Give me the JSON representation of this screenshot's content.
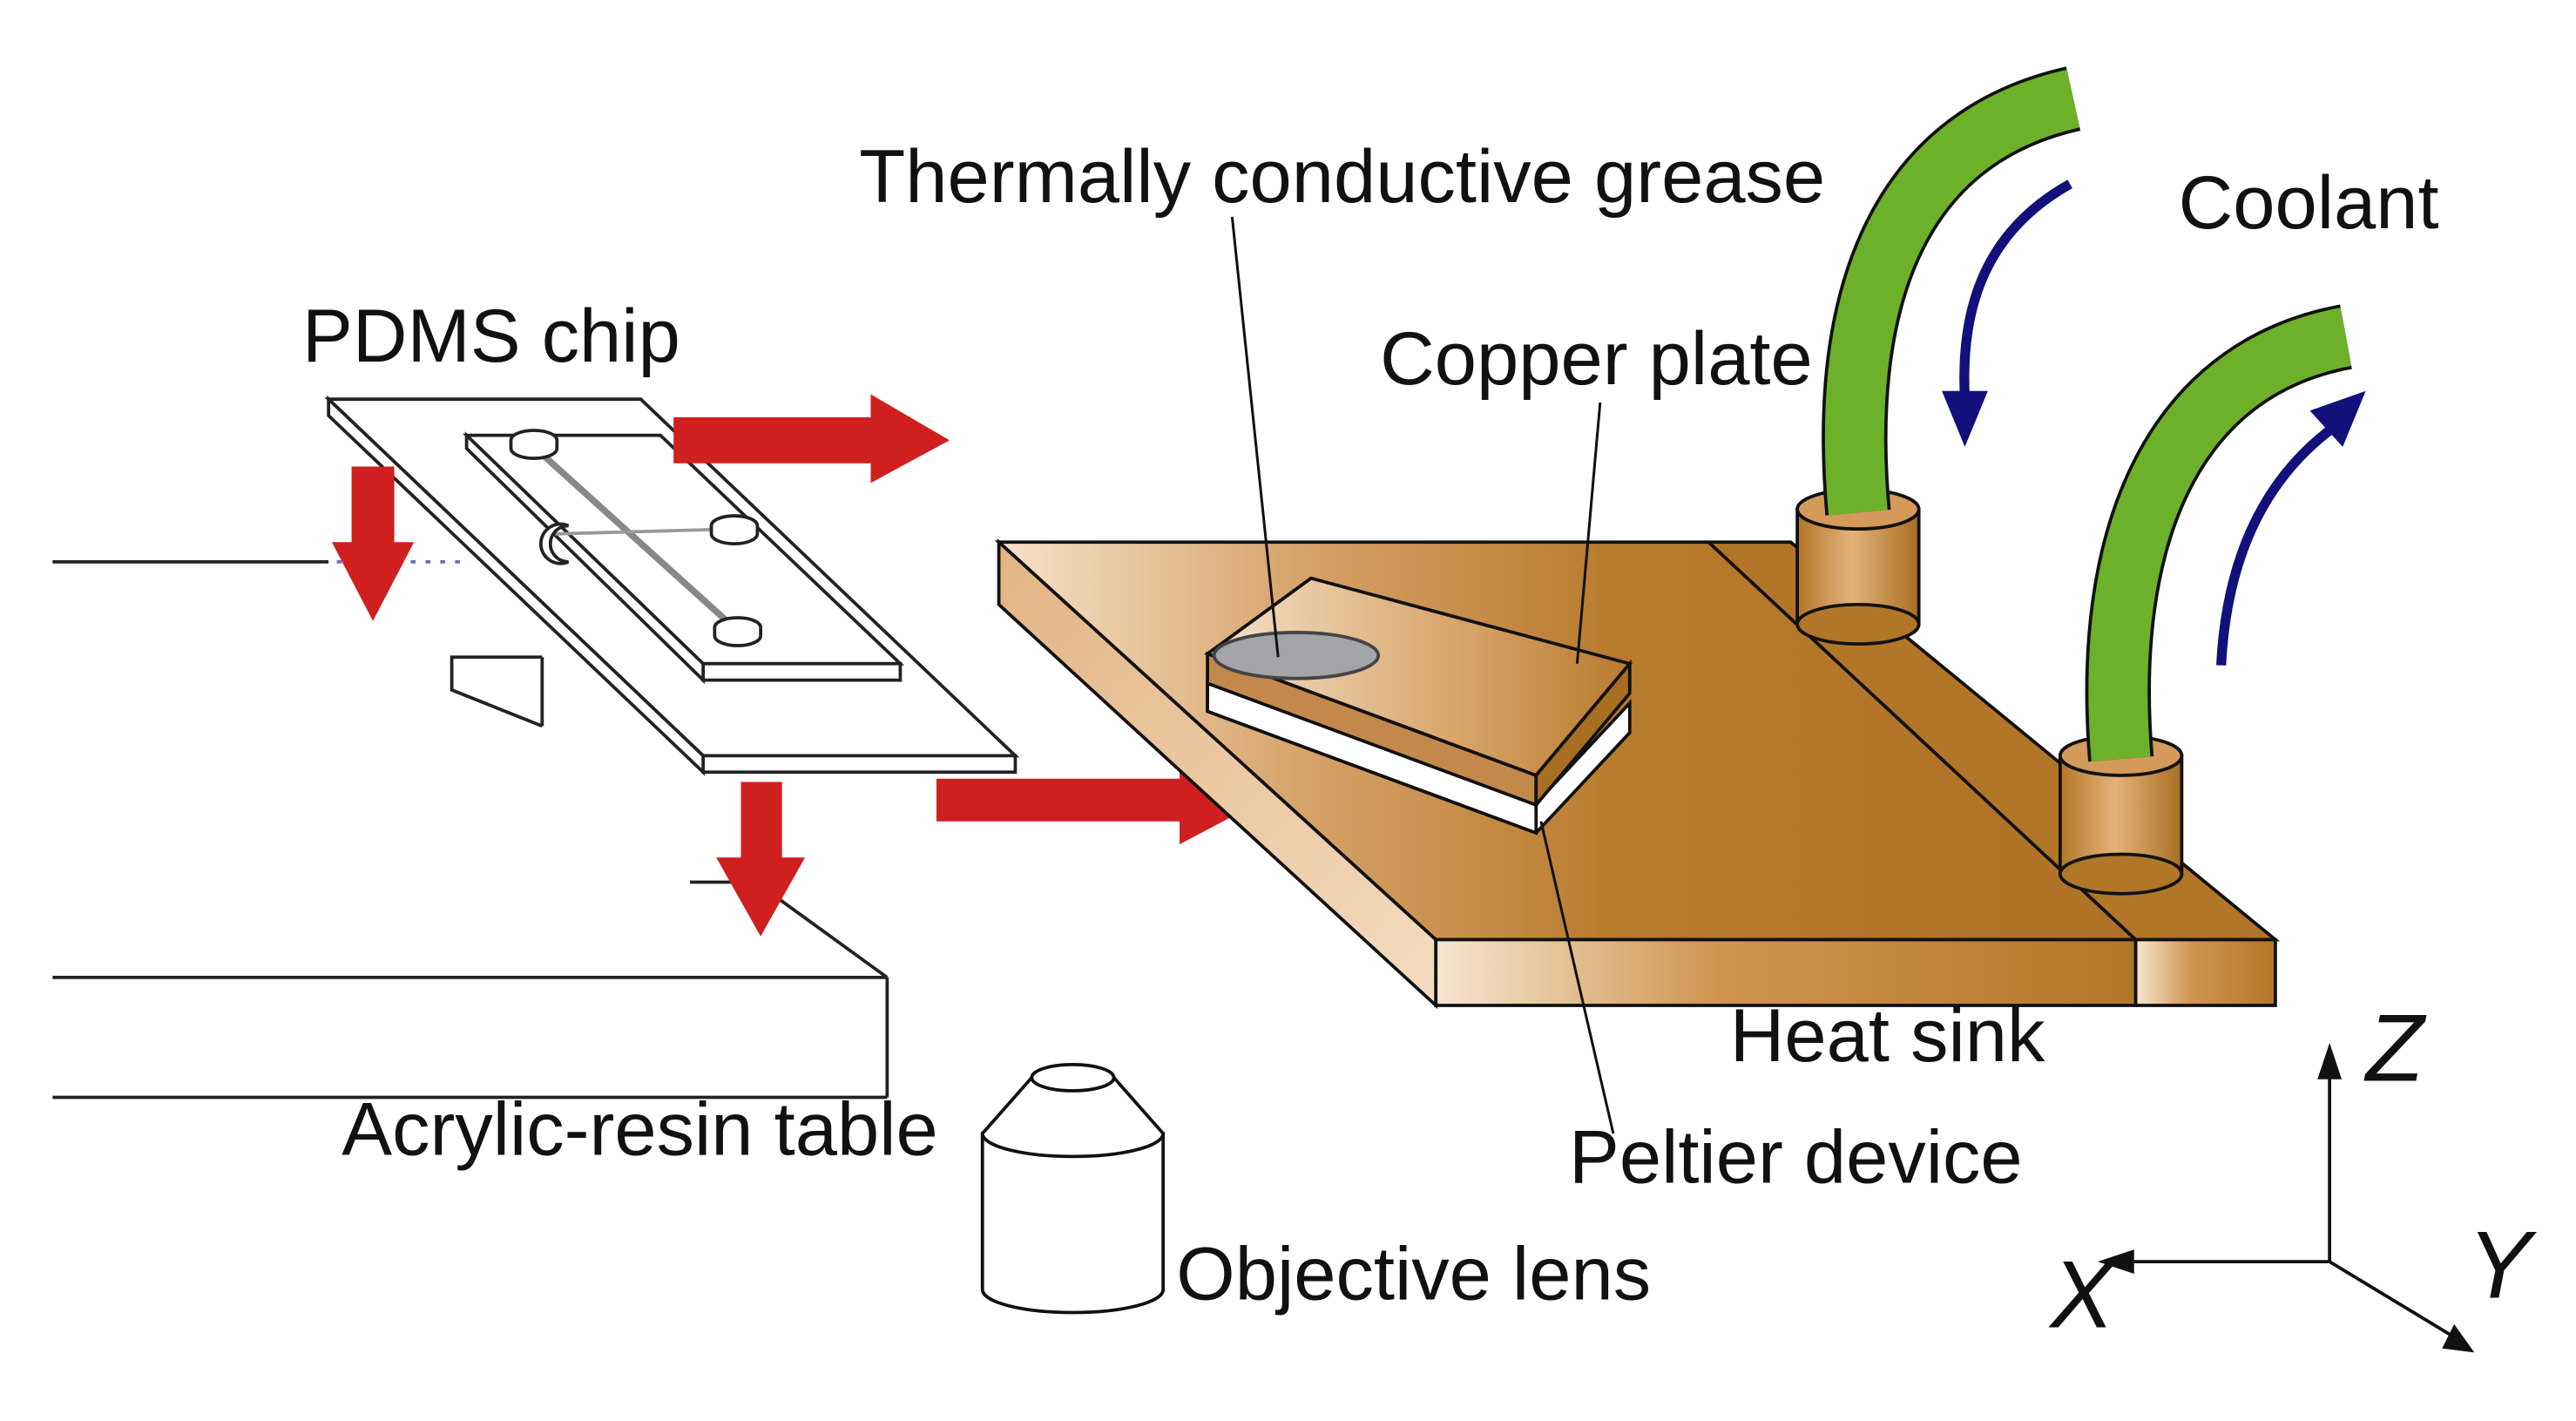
{
  "labels": {
    "thermal_grease": "Thermally conductive grease",
    "coolant": "Coolant",
    "pdms_chip": "PDMS chip",
    "copper_plate": "Copper plate",
    "heat_sink": "Heat sink",
    "acrylic_table": "Acrylic-resin table",
    "peltier_device": "Peltier device",
    "objective_lens": "Objective lens"
  },
  "axes": {
    "z": "Z",
    "x": "X",
    "y": "Y"
  },
  "colors": {
    "heat_arrow": "#d01f1f",
    "coolant_arrow": "#12107a",
    "tube": "#6db12a",
    "copper": "#b2762a",
    "copper_light": "#f3dcc0",
    "grease": "#a3a5a8"
  }
}
